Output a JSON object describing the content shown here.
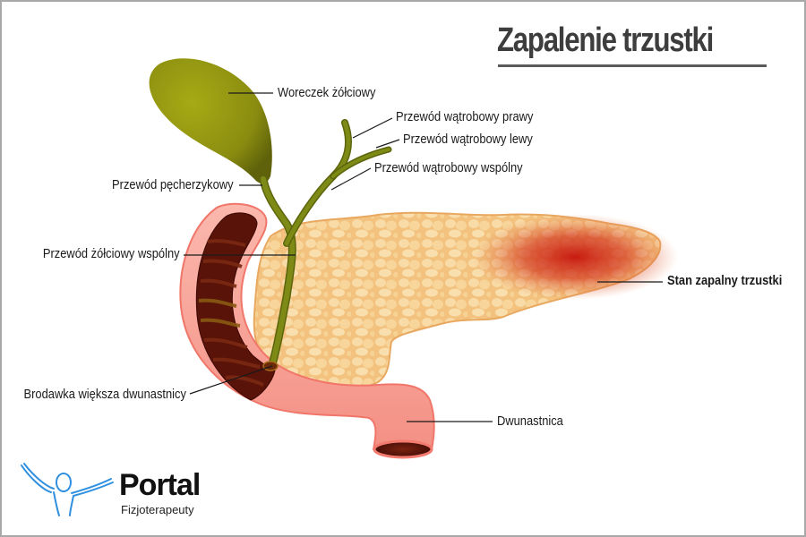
{
  "title": "Zapalenie trzustki",
  "labels": {
    "gallbladder": "Woreczek żółciowy",
    "right_hepatic_duct": "Przewód wątrobowy prawy",
    "left_hepatic_duct": "Przewód wątrobowy lewy",
    "common_hepatic_duct": "Przewód wątrobowy wspólny",
    "cystic_duct": "Przewód pęcherzykowy",
    "common_bile_duct": "Przewód żółciowy wspólny",
    "inflammation": "Stan zapalny trzustki",
    "major_papilla": "Brodawka większa dwunastnicy",
    "duodenum": "Dwunastnica"
  },
  "logo": {
    "name": "Portal",
    "subtitle": "Fizjoterapeuty",
    "icon": "person-arms-raised-icon",
    "accent_color": "#2f8fe0"
  },
  "colors": {
    "gallbladder": "#8a8e10",
    "duct": "#6f7a12",
    "pancreas": "#f5cc8a",
    "inflammation": "#c81e0e",
    "duodenum": "#f8a59a",
    "duodenum_interior": "#5a1308",
    "border": "#a8a8a8"
  }
}
